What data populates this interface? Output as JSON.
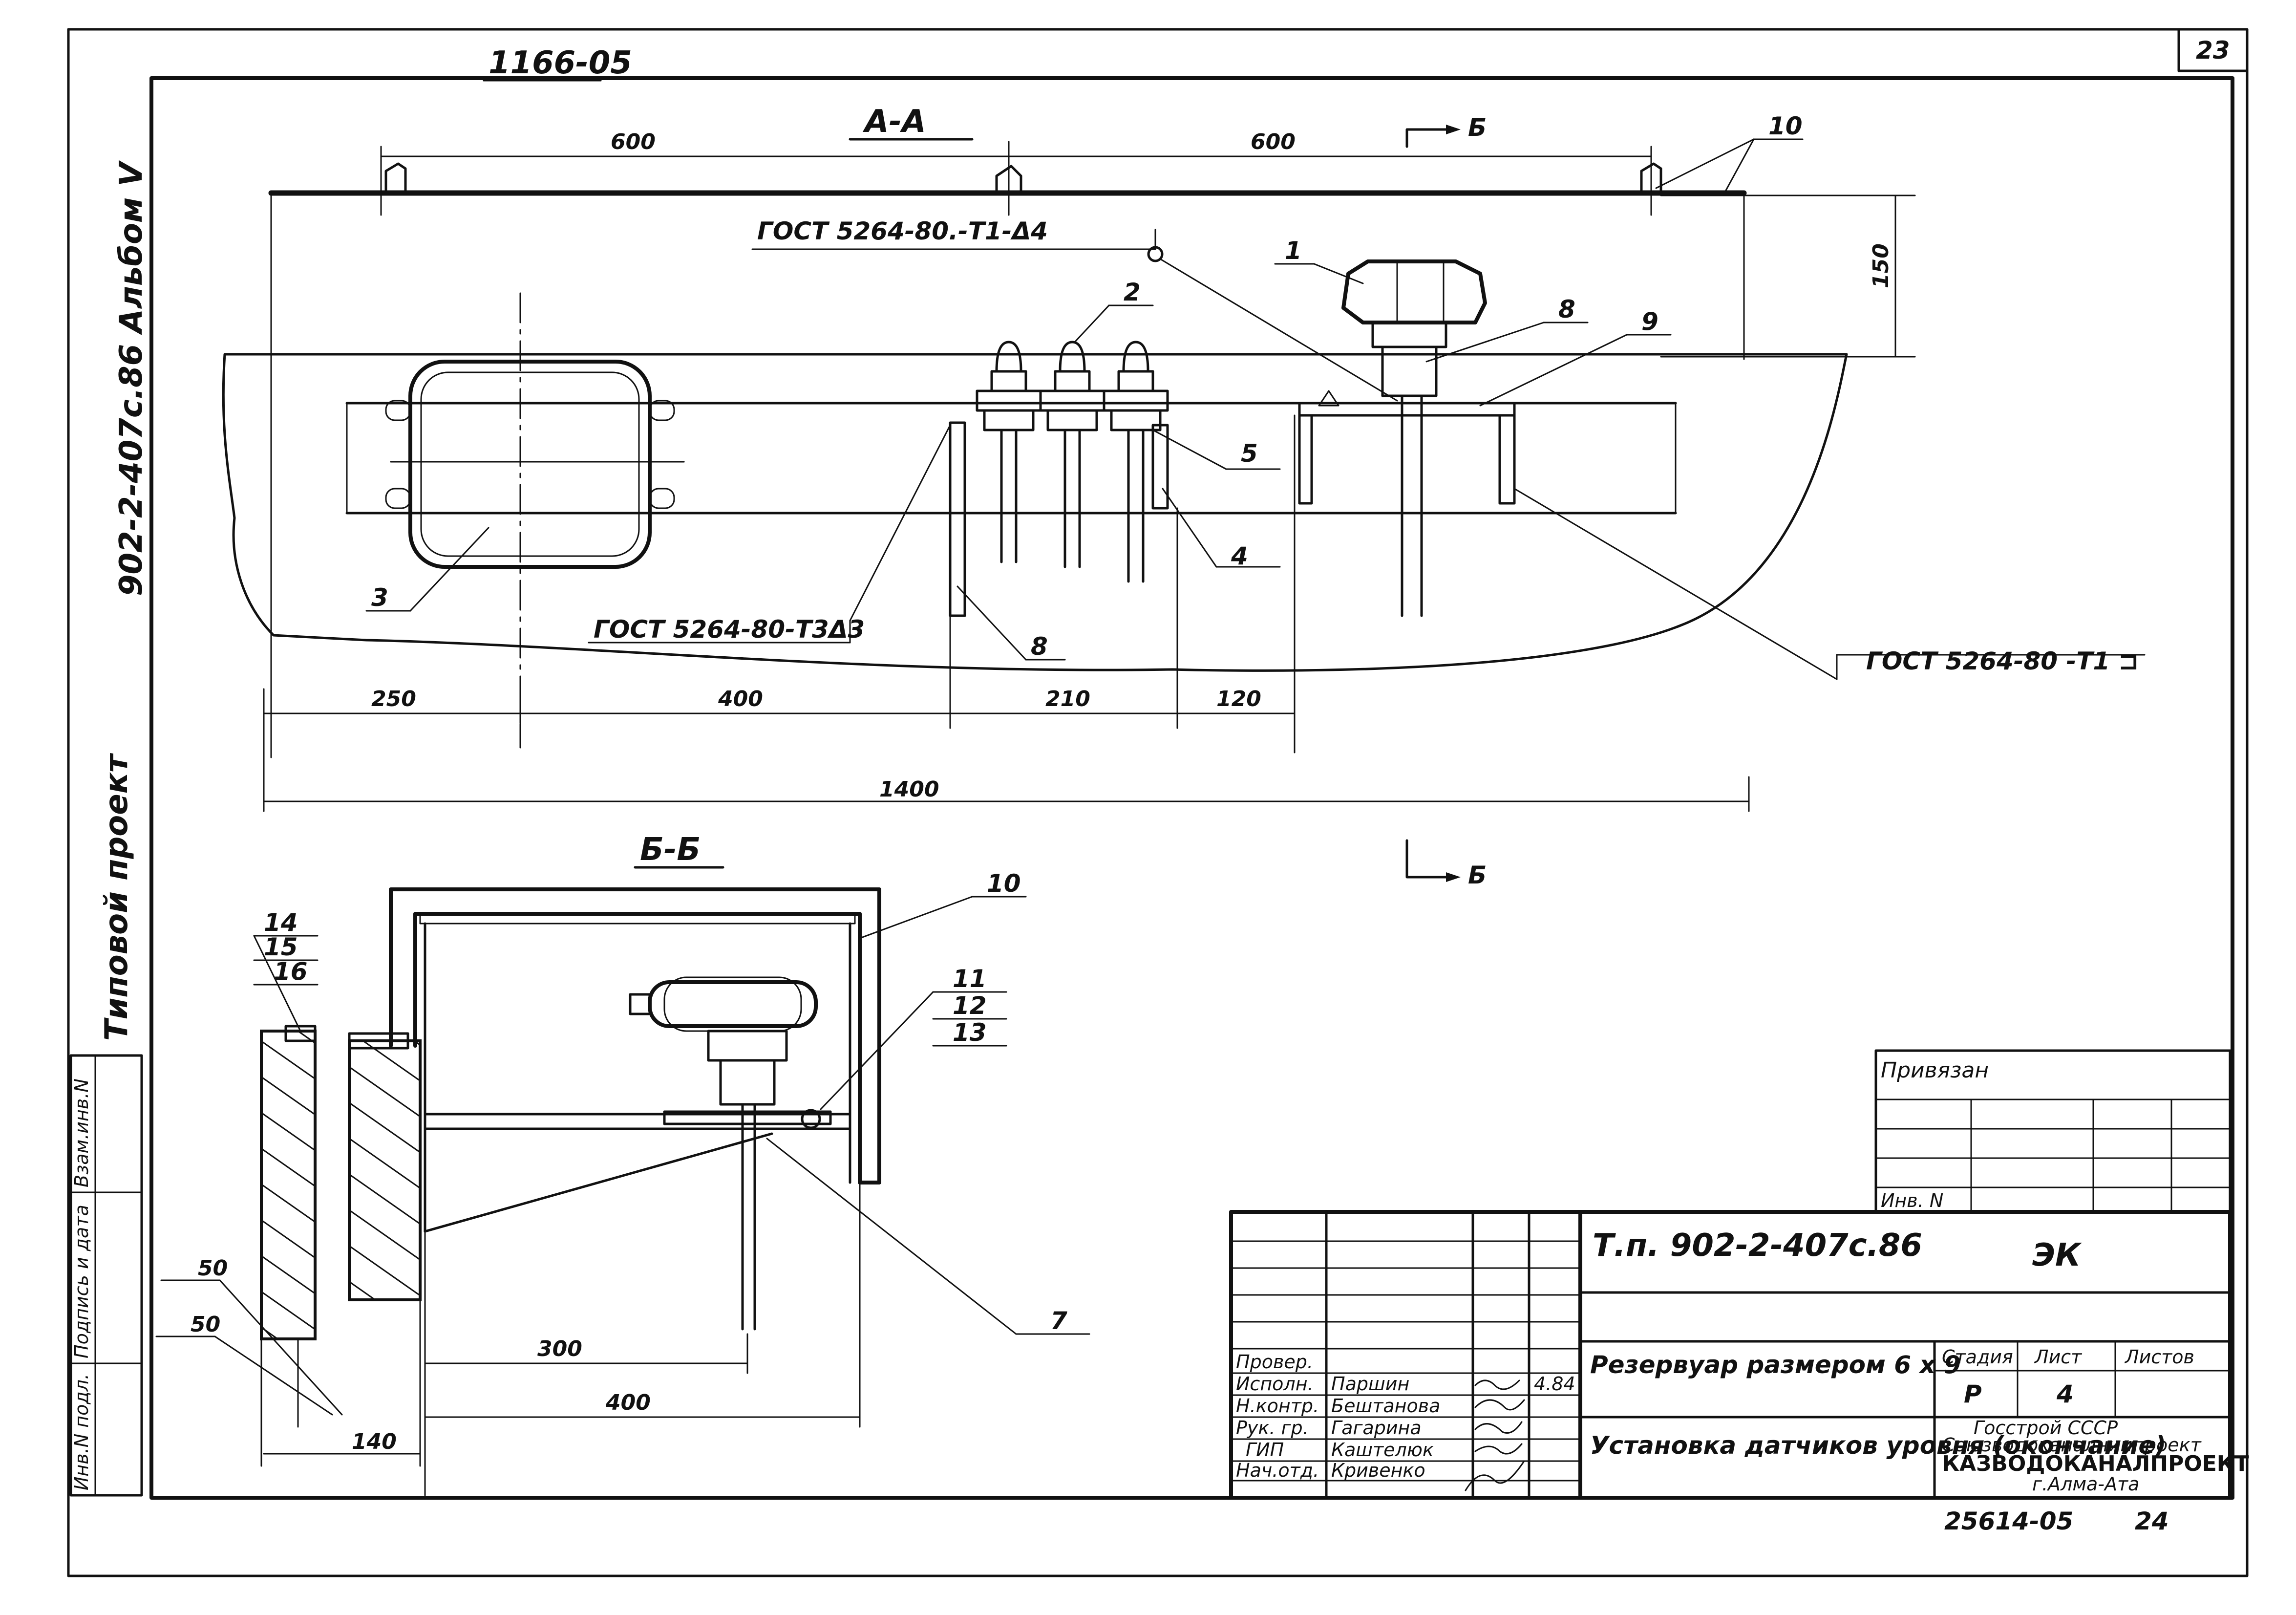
{
  "sheet": {
    "doc_code": "1166-05",
    "sheet_corner_number": "23",
    "side_title_album": "902-2-407с.86 Альбом V",
    "side_title_project": "Типовой проект",
    "stamp_column": [
      "Инв.N подл.",
      "Подпись и дата",
      "Взам.инв.N"
    ]
  },
  "section_aa": {
    "title": "А-А",
    "dims_top": [
      "600",
      "600"
    ],
    "dim_height": "150",
    "dims_bottom": [
      "250",
      "400",
      "210",
      "120"
    ],
    "dim_total": "1400",
    "weld_notes": [
      "ГОСТ 5264-80.-Т1-Δ4",
      "ГОСТ 5264-80-Т3Δ3",
      "ГОСТ 5264-80 -Т1 ⊐"
    ],
    "callouts": [
      "1",
      "2",
      "3",
      "4",
      "5",
      "8",
      "8",
      "9",
      "10"
    ],
    "cut_marks": [
      "Б",
      "Б"
    ]
  },
  "section_bb": {
    "title": "Б-Б",
    "callouts": [
      "10",
      "11",
      "12",
      "13",
      "14",
      "15",
      "16",
      "7"
    ],
    "dims": [
      "300",
      "400",
      "50",
      "50",
      "140"
    ]
  },
  "binding_table": {
    "header": "Привязан",
    "inv_label": "Инв. N"
  },
  "title_block": {
    "designation": "Т.п. 902-2-407с.86",
    "mark": "ЭК",
    "object_name": "Резервуар размером 6 х 9",
    "sheet_name": "Установка датчиков уровня (окончание)",
    "stage_header": "Стадия",
    "sheet_header": "Лист",
    "sheets_header": "Листов",
    "stage": "Р",
    "sheet_no": "4",
    "org_line1": "Госстрой СССР",
    "org_line2": "Союзводоканалниипроект",
    "org_line3": "КАЗВОДОКАНАЛПРОЕКТ",
    "org_line4": "г.Алма-Ата",
    "bottom_code": "25614-05",
    "bottom_page": "24",
    "signatures": [
      {
        "role": "Провер.",
        "name": ""
      },
      {
        "role": "Исполн.",
        "name": "Паршин",
        "date": "4.84"
      },
      {
        "role": "Н.контр.",
        "name": "Бештанова"
      },
      {
        "role": "Рук. гр.",
        "name": "Гагарина"
      },
      {
        "role": "ГИП",
        "name": "Каштелюк"
      },
      {
        "role": "Нач.отд.",
        "name": "Кривенко"
      }
    ]
  }
}
